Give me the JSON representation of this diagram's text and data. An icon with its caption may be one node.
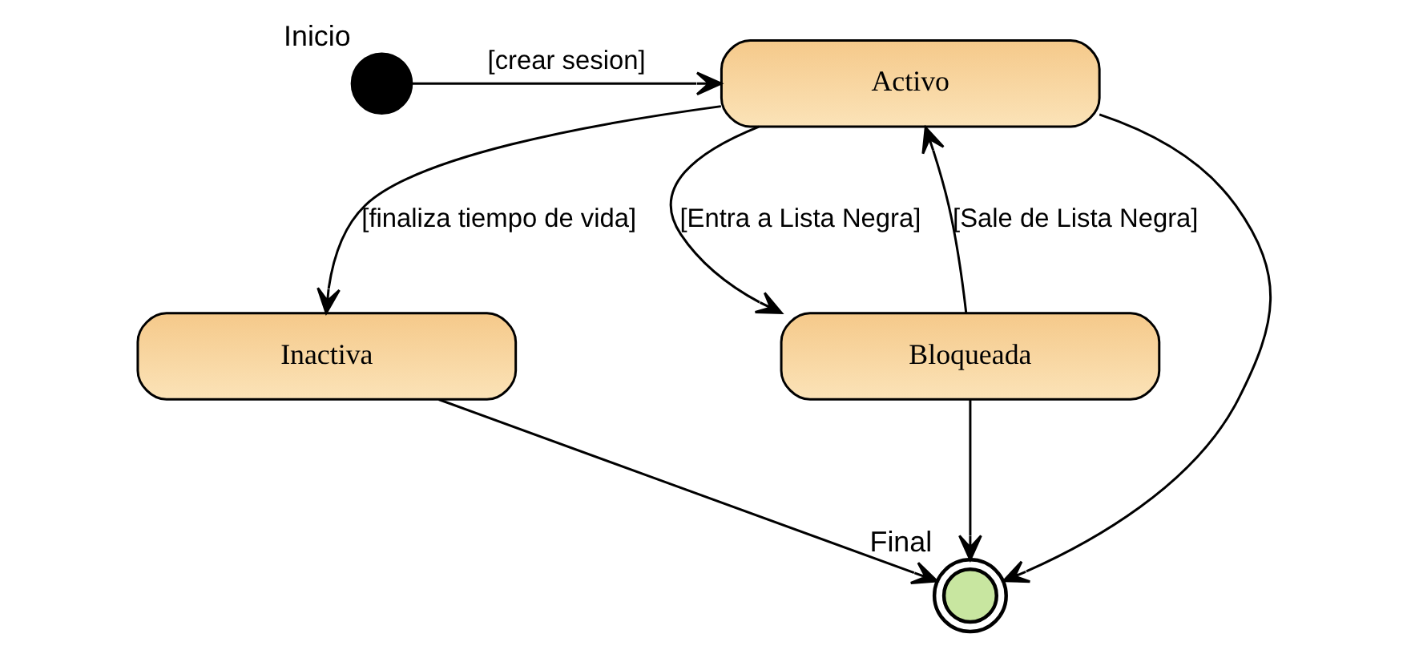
{
  "diagram": {
    "nodes": [
      {
        "text": [],
        "shape": "circle",
        "beside": [
          "Inicio"
        ]
      },
      {
        "text": [
          "Activo"
        ]
      },
      {
        "text": [
          "Inactiva"
        ]
      },
      {
        "text": [
          "Bloqueada"
        ]
      },
      {
        "text": [],
        "shape": "circle",
        "beside": [
          "Final"
        ]
      }
    ],
    "edges": [
      {
        "from": 0,
        "to": 1,
        "arrow": "to",
        "label": "[crear sesion]"
      },
      {
        "from": 1,
        "to": 2,
        "arrow": "to",
        "label": "[finaliza tiempo de vida]"
      },
      {
        "from": 1,
        "to": 4,
        "arrow": "to"
      },
      {
        "from": 1,
        "to": 3,
        "arrow": "to",
        "label": "[Entra a Lista Negra]"
      },
      {
        "from": 3,
        "to": 1,
        "arrow": "to",
        "label": "[Sale de Lista Negra]"
      },
      {
        "from": 2,
        "to": 4,
        "arrow": "to"
      },
      {
        "from": 3,
        "to": 4,
        "arrow": "to"
      }
    ]
  }
}
